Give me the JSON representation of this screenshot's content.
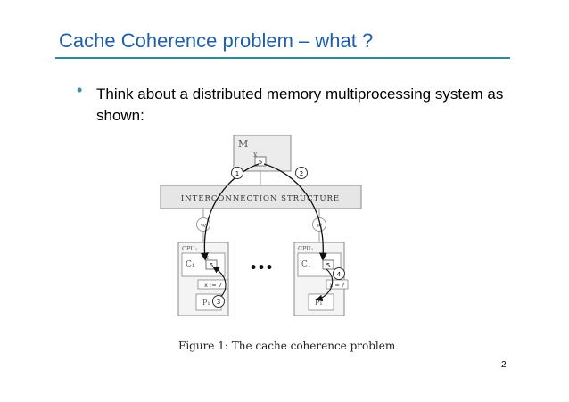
{
  "slide": {
    "title": "Cache Coherence problem – what ?",
    "bullet": "Think about a distributed memory multiprocessing system as shown:",
    "page_number": "2"
  },
  "diagram": {
    "memory_label": "M",
    "memory_var": "x",
    "memory_value": "5",
    "interconnect_label": "INTERCONNECTION STRUCTURE",
    "step1": "1",
    "step2": "2",
    "step3": "3",
    "step4": "4",
    "switch_left": "w",
    "switch_right": "w",
    "cpu_left_label": "CPU₁",
    "cpu_right_label": "CPU₁",
    "cache_left_label": "C₁",
    "cache_right_label": "C₁",
    "cache_left_var": "x",
    "cache_right_var": "x",
    "cache_left_value": "5",
    "cache_right_value": "5",
    "bus_left": "x := 7",
    "bus_right": "x = ?",
    "proc_left_label": "P₁",
    "proc_right_label": "P₁",
    "ellipsis": "•••",
    "caption": "Figure 1: The cache coherence problem"
  }
}
